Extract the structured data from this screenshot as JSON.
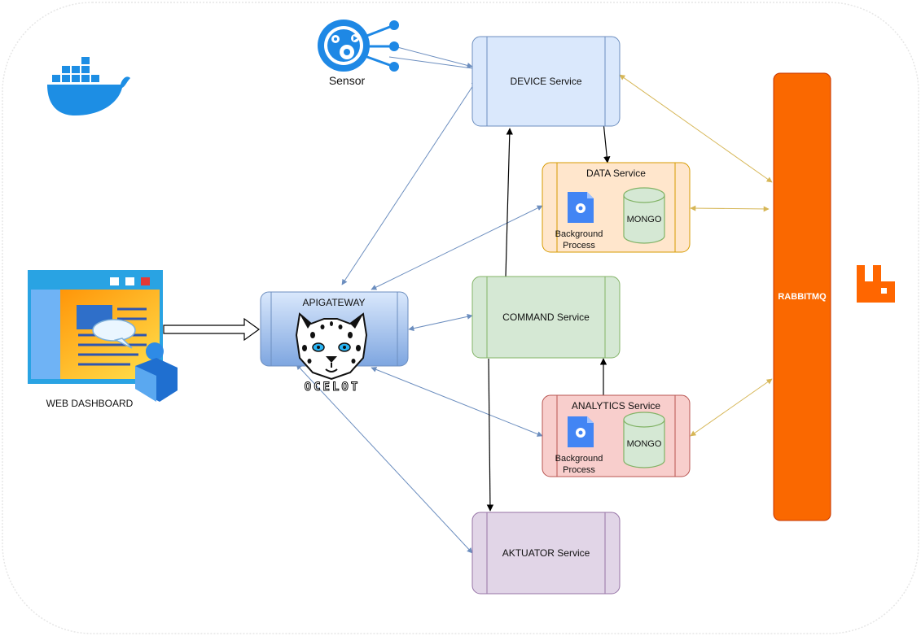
{
  "sensor": {
    "label": "Sensor"
  },
  "web_dashboard": {
    "label": "WEB DASHBOARD"
  },
  "api_gateway": {
    "label": "APIGATEWAY",
    "logo_text": "OCELOT"
  },
  "services": {
    "device": {
      "label": "DEVICE Service"
    },
    "data": {
      "label": "DATA Service",
      "db_label": "MONGO",
      "process_label_1": "Background",
      "process_label_2": "Process"
    },
    "command": {
      "label": "COMMAND Service"
    },
    "analytics": {
      "label": "ANALYTICS Service",
      "db_label": "MONGO",
      "process_label_1": "Background",
      "process_label_2": "Process"
    },
    "aktuator": {
      "label": "AKTUATOR Service"
    }
  },
  "broker": {
    "label": "RABBITMQ"
  },
  "icons": [
    "docker-icon",
    "sensor-icon",
    "web-dashboard-icon",
    "ocelot-logo",
    "rabbitmq-icon",
    "background-process-icon",
    "mongo-database-icon"
  ],
  "colors": {
    "docker": "#1d8ee4",
    "rabbit": "#ff6600",
    "device_fill": "#dae8fc",
    "device_stroke": "#6c8ebf",
    "data_fill": "#ffe6cc",
    "data_stroke": "#d79b00",
    "command_fill": "#d5e8d4",
    "command_stroke": "#82b366",
    "analytics_fill": "#f8cecc",
    "analytics_stroke": "#b85450",
    "aktuator_fill": "#e1d5e7",
    "aktuator_stroke": "#9673a6",
    "blue_edge": "#6c8ebf",
    "gold_edge": "#d6b656"
  }
}
